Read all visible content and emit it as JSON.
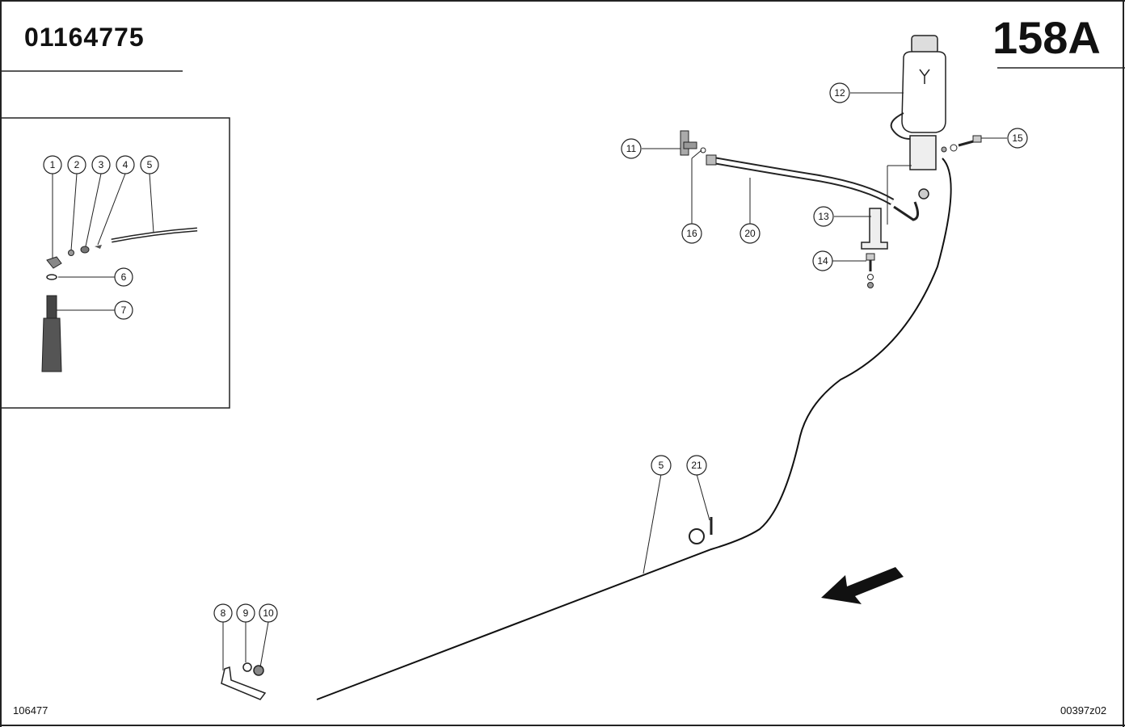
{
  "header": {
    "part_number": "01164775",
    "page_code": "158A"
  },
  "footer": {
    "left_code": "106477",
    "right_code": "00397z02"
  },
  "callouts": {
    "c1": "1",
    "c2": "2",
    "c3": "3",
    "c4": "4",
    "c5": "5",
    "c6": "6",
    "c7": "7",
    "c8": "8",
    "c9": "9",
    "c10": "10",
    "c11": "11",
    "c12": "12",
    "c13": "13",
    "c14": "14",
    "c15": "15",
    "c16": "16",
    "c20": "20",
    "c21": "21",
    "c5b": "5"
  }
}
